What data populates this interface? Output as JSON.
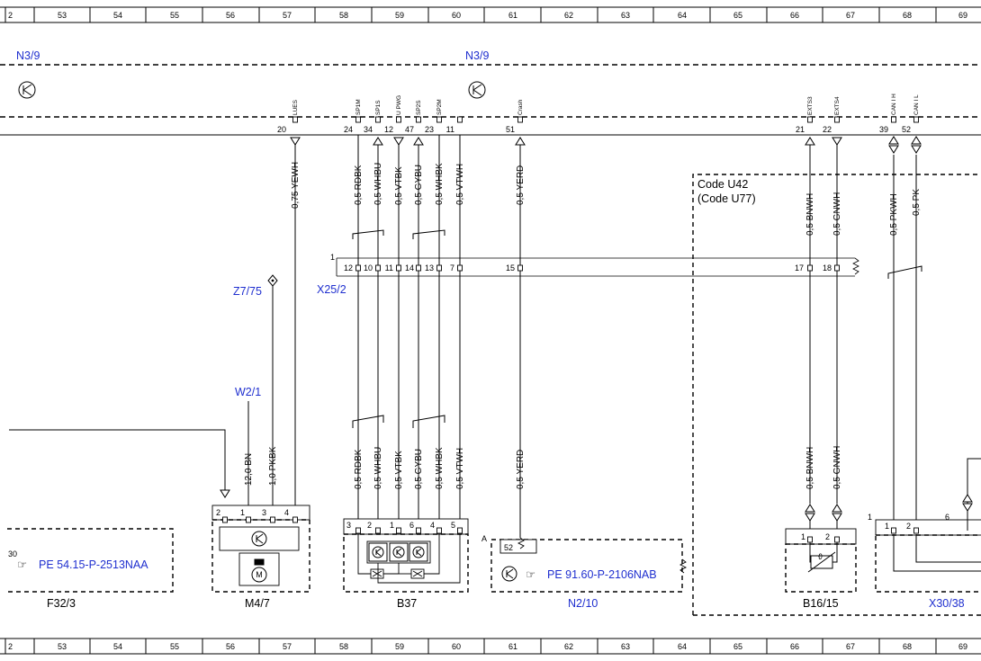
{
  "ruler": {
    "cells": [
      "2",
      "53",
      "54",
      "55",
      "56",
      "57",
      "58",
      "59",
      "60",
      "61",
      "62",
      "63",
      "64",
      "65",
      "66",
      "67",
      "68",
      "69"
    ]
  },
  "header": {
    "left_label": "N3/9",
    "right_label": "N3/9"
  },
  "top_connector_pins": [
    {
      "signal": "LUES",
      "pin": "20",
      "wire": "0,75 YEWH",
      "dir": "down"
    },
    {
      "signal": "SP1M",
      "pin": "24",
      "wire": "0,5 RDBK",
      "dir": "line"
    },
    {
      "signal": "SP1S",
      "pin": "34",
      "wire": "0,5 WHBU",
      "dir": "up"
    },
    {
      "signal": "U PWG",
      "pin": "12",
      "wire": "0,5 VTBK",
      "dir": "down"
    },
    {
      "signal": "SP2S",
      "pin": "47",
      "wire": "0,5 GYBU",
      "dir": "up"
    },
    {
      "signal": "SP2M",
      "pin": "23",
      "wire": "0,5 WHBK",
      "dir": "line"
    },
    {
      "signal": "",
      "pin": "11",
      "wire": "0,5 VTWH",
      "dir": "line"
    },
    {
      "signal": "Crash",
      "pin": "51",
      "wire": "0,5 YERD",
      "dir": "up"
    },
    {
      "signal": "EXTS3",
      "pin": "21",
      "wire": "0,5 BNWH",
      "dir": "up"
    },
    {
      "signal": "EXTS4",
      "pin": "22",
      "wire": "0,5 GNWH",
      "dir": "down"
    },
    {
      "signal": "CAN I H",
      "pin": "39",
      "wire": "0,5 PKWH",
      "dir": "both"
    },
    {
      "signal": "CAN I L",
      "pin": "52",
      "wire": "0,5 PK",
      "dir": "both"
    }
  ],
  "code_box": {
    "line1": "Code U42",
    "line2": "(Code U77)"
  },
  "x25": {
    "label": "X25/2",
    "corner": "1",
    "pins": [
      "12",
      "10",
      "11",
      "14",
      "13",
      "7",
      "15",
      "17",
      "18"
    ]
  },
  "z7": {
    "label": "Z7/75"
  },
  "w2": {
    "label": "W2/1"
  },
  "lower_wires": [
    "12,0 BN",
    "1,0 PKBK",
    "0,5 RDBK",
    "0,5 WHBU",
    "0,5 VTBK",
    "0,5 GYBU",
    "0,5 WHBK",
    "0,5 VTWH",
    "0,5 YERD",
    "0,5 BNWH",
    "0,5 GNWH"
  ],
  "components": {
    "f32": {
      "label": "F32/3",
      "pin": "30",
      "ref": "PE 54.15-P-2513NAA"
    },
    "m4": {
      "label": "M4/7",
      "pins": [
        "2",
        "1",
        "3",
        "4"
      ],
      "motor": "M"
    },
    "b37": {
      "label": "B37",
      "pins": [
        "3",
        "2",
        "1",
        "6",
        "4",
        "5"
      ]
    },
    "n2": {
      "label": "N2/10",
      "pin": "52",
      "corner": "A",
      "ref": "PE 91.60-P-2106NAB"
    },
    "b16": {
      "label": "B16/15",
      "pins": [
        "1",
        "2"
      ],
      "sensor": "ϑ"
    },
    "x30": {
      "label": "X30/38",
      "corner_left": "1",
      "corner_right": "6",
      "pins": [
        "1",
        "2"
      ]
    }
  },
  "colors": {
    "label_blue": "#1f2fcf",
    "line": "#000000"
  }
}
